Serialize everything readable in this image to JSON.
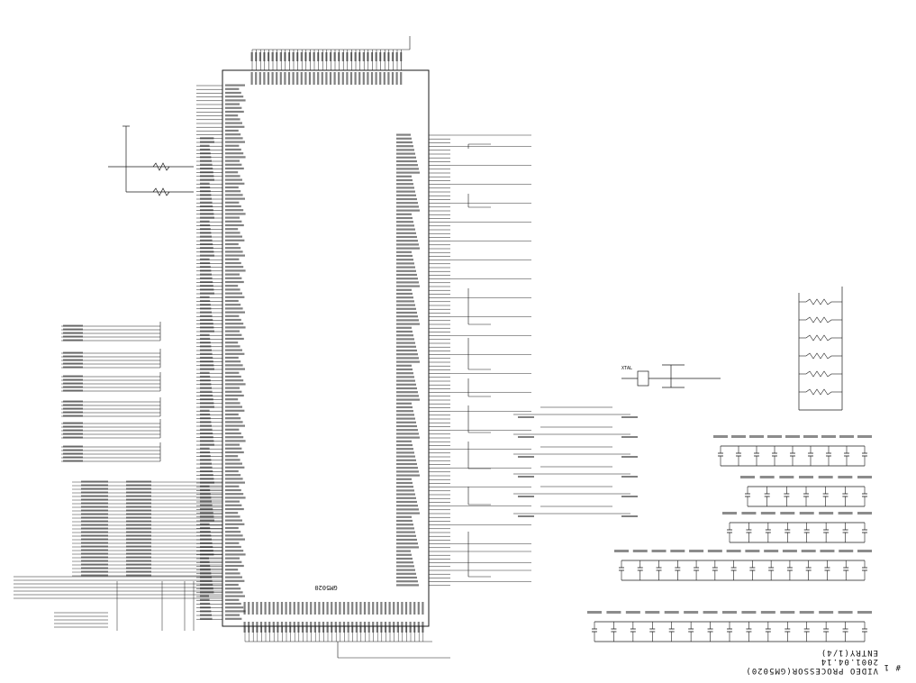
{
  "title_block": {
    "marker": "# 1",
    "line1": "VIDEO PROCESSOR(GM5020)",
    "line2": "2001.04.14",
    "line3": "ENTRY(1/4)"
  },
  "main_ic": {
    "part": "GM5020"
  },
  "crystal": {
    "label": "XTAL"
  },
  "colors": {
    "ink": "#1a1a1a",
    "background": "#ffffff"
  }
}
